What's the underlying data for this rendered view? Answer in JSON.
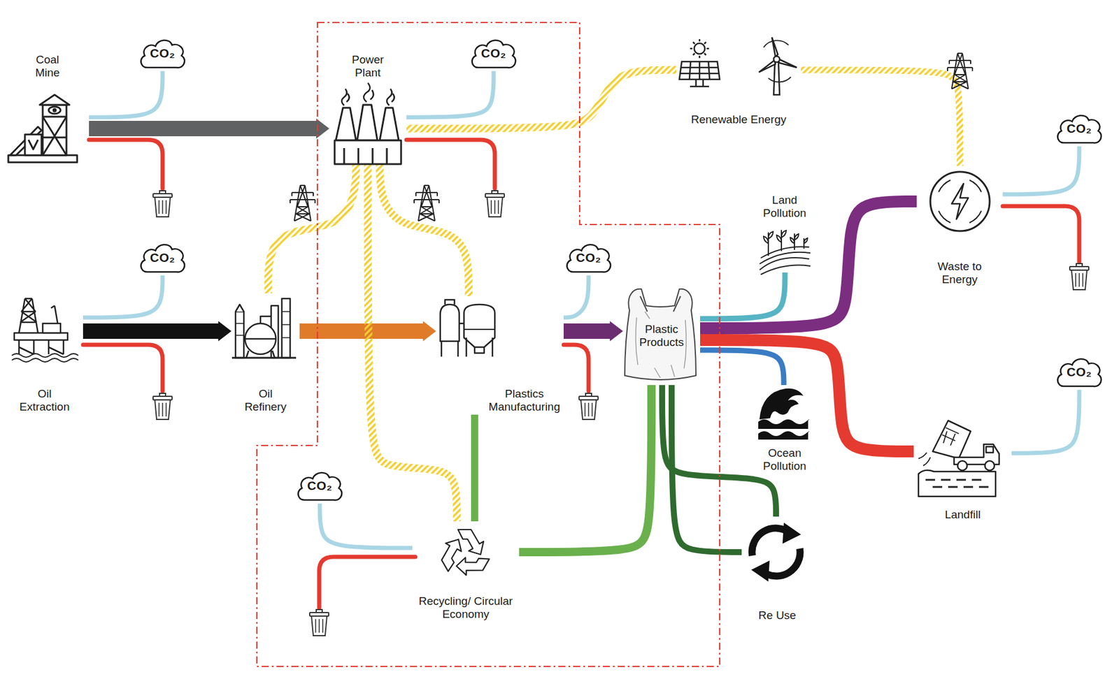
{
  "diagram": {
    "nodes": [
      {
        "text": [
          "Coal Mine"
        ]
      },
      {
        "text": [
          "CO₂"
        ]
      },
      {
        "text": [
          "Power Plant"
        ]
      },
      {
        "text": [
          "CO₂"
        ]
      },
      {
        "text": [
          "Renewable Energy"
        ]
      },
      {
        "text": [
          "CO₂"
        ]
      },
      {
        "text": [
          "Waste to Energy"
        ]
      },
      {
        "text": [
          "Land Pollution"
        ]
      },
      {
        "text": [
          "CO₂"
        ]
      },
      {
        "text": [
          "Oil Extraction"
        ]
      },
      {
        "text": [
          "Oil Refinery"
        ]
      },
      {
        "text": [
          "CO₂"
        ]
      },
      {
        "text": [
          "Plastics Manufacturing"
        ]
      },
      {
        "text": [
          "Plastic Products"
        ]
      },
      {
        "text": [
          "Ocean Pollution"
        ]
      },
      {
        "text": [
          "CO₂"
        ]
      },
      {
        "text": [
          "Landfill"
        ]
      },
      {
        "text": [
          "CO₂"
        ]
      },
      {
        "text": [
          "Recycling/ Circular Economy"
        ]
      },
      {
        "text": [
          "Re Use"
        ]
      }
    ],
    "edges": [
      {
        "from": 0,
        "to": 2,
        "arrow": "to"
      },
      {
        "from": 9,
        "to": 10,
        "arrow": "to"
      },
      {
        "from": 10,
        "to": 12,
        "arrow": "to"
      },
      {
        "from": 12,
        "to": 13,
        "arrow": "to"
      },
      {
        "from": 13,
        "to": 7,
        "arrow": "none"
      },
      {
        "from": 13,
        "to": 6,
        "arrow": "none"
      },
      {
        "from": 13,
        "to": 14,
        "arrow": "none"
      },
      {
        "from": 13,
        "to": 16,
        "arrow": "none"
      },
      {
        "from": 13,
        "to": 18,
        "arrow": "none"
      },
      {
        "from": 13,
        "to": 19,
        "arrow": "none"
      },
      {
        "from": 13,
        "to": 19,
        "arrow": "none"
      },
      {
        "from": 18,
        "to": 12,
        "arrow": "none"
      },
      {
        "from": 2,
        "to": 10,
        "arrow": "none"
      },
      {
        "from": 2,
        "to": 12,
        "arrow": "none"
      },
      {
        "from": 2,
        "to": 18,
        "arrow": "none"
      },
      {
        "from": 2,
        "to": 4,
        "arrow": "none"
      },
      {
        "from": 4,
        "to": 6,
        "arrow": "none"
      },
      {
        "from": 0,
        "to": 1,
        "arrow": "none"
      },
      {
        "from": 2,
        "to": 3,
        "arrow": "none"
      },
      {
        "from": 9,
        "to": 8,
        "arrow": "none"
      },
      {
        "from": 12,
        "to": 11,
        "arrow": "none"
      },
      {
        "from": 6,
        "to": 5,
        "arrow": "none"
      },
      {
        "from": 16,
        "to": 15,
        "arrow": "none"
      },
      {
        "from": 18,
        "to": 17,
        "arrow": "none"
      }
    ]
  }
}
